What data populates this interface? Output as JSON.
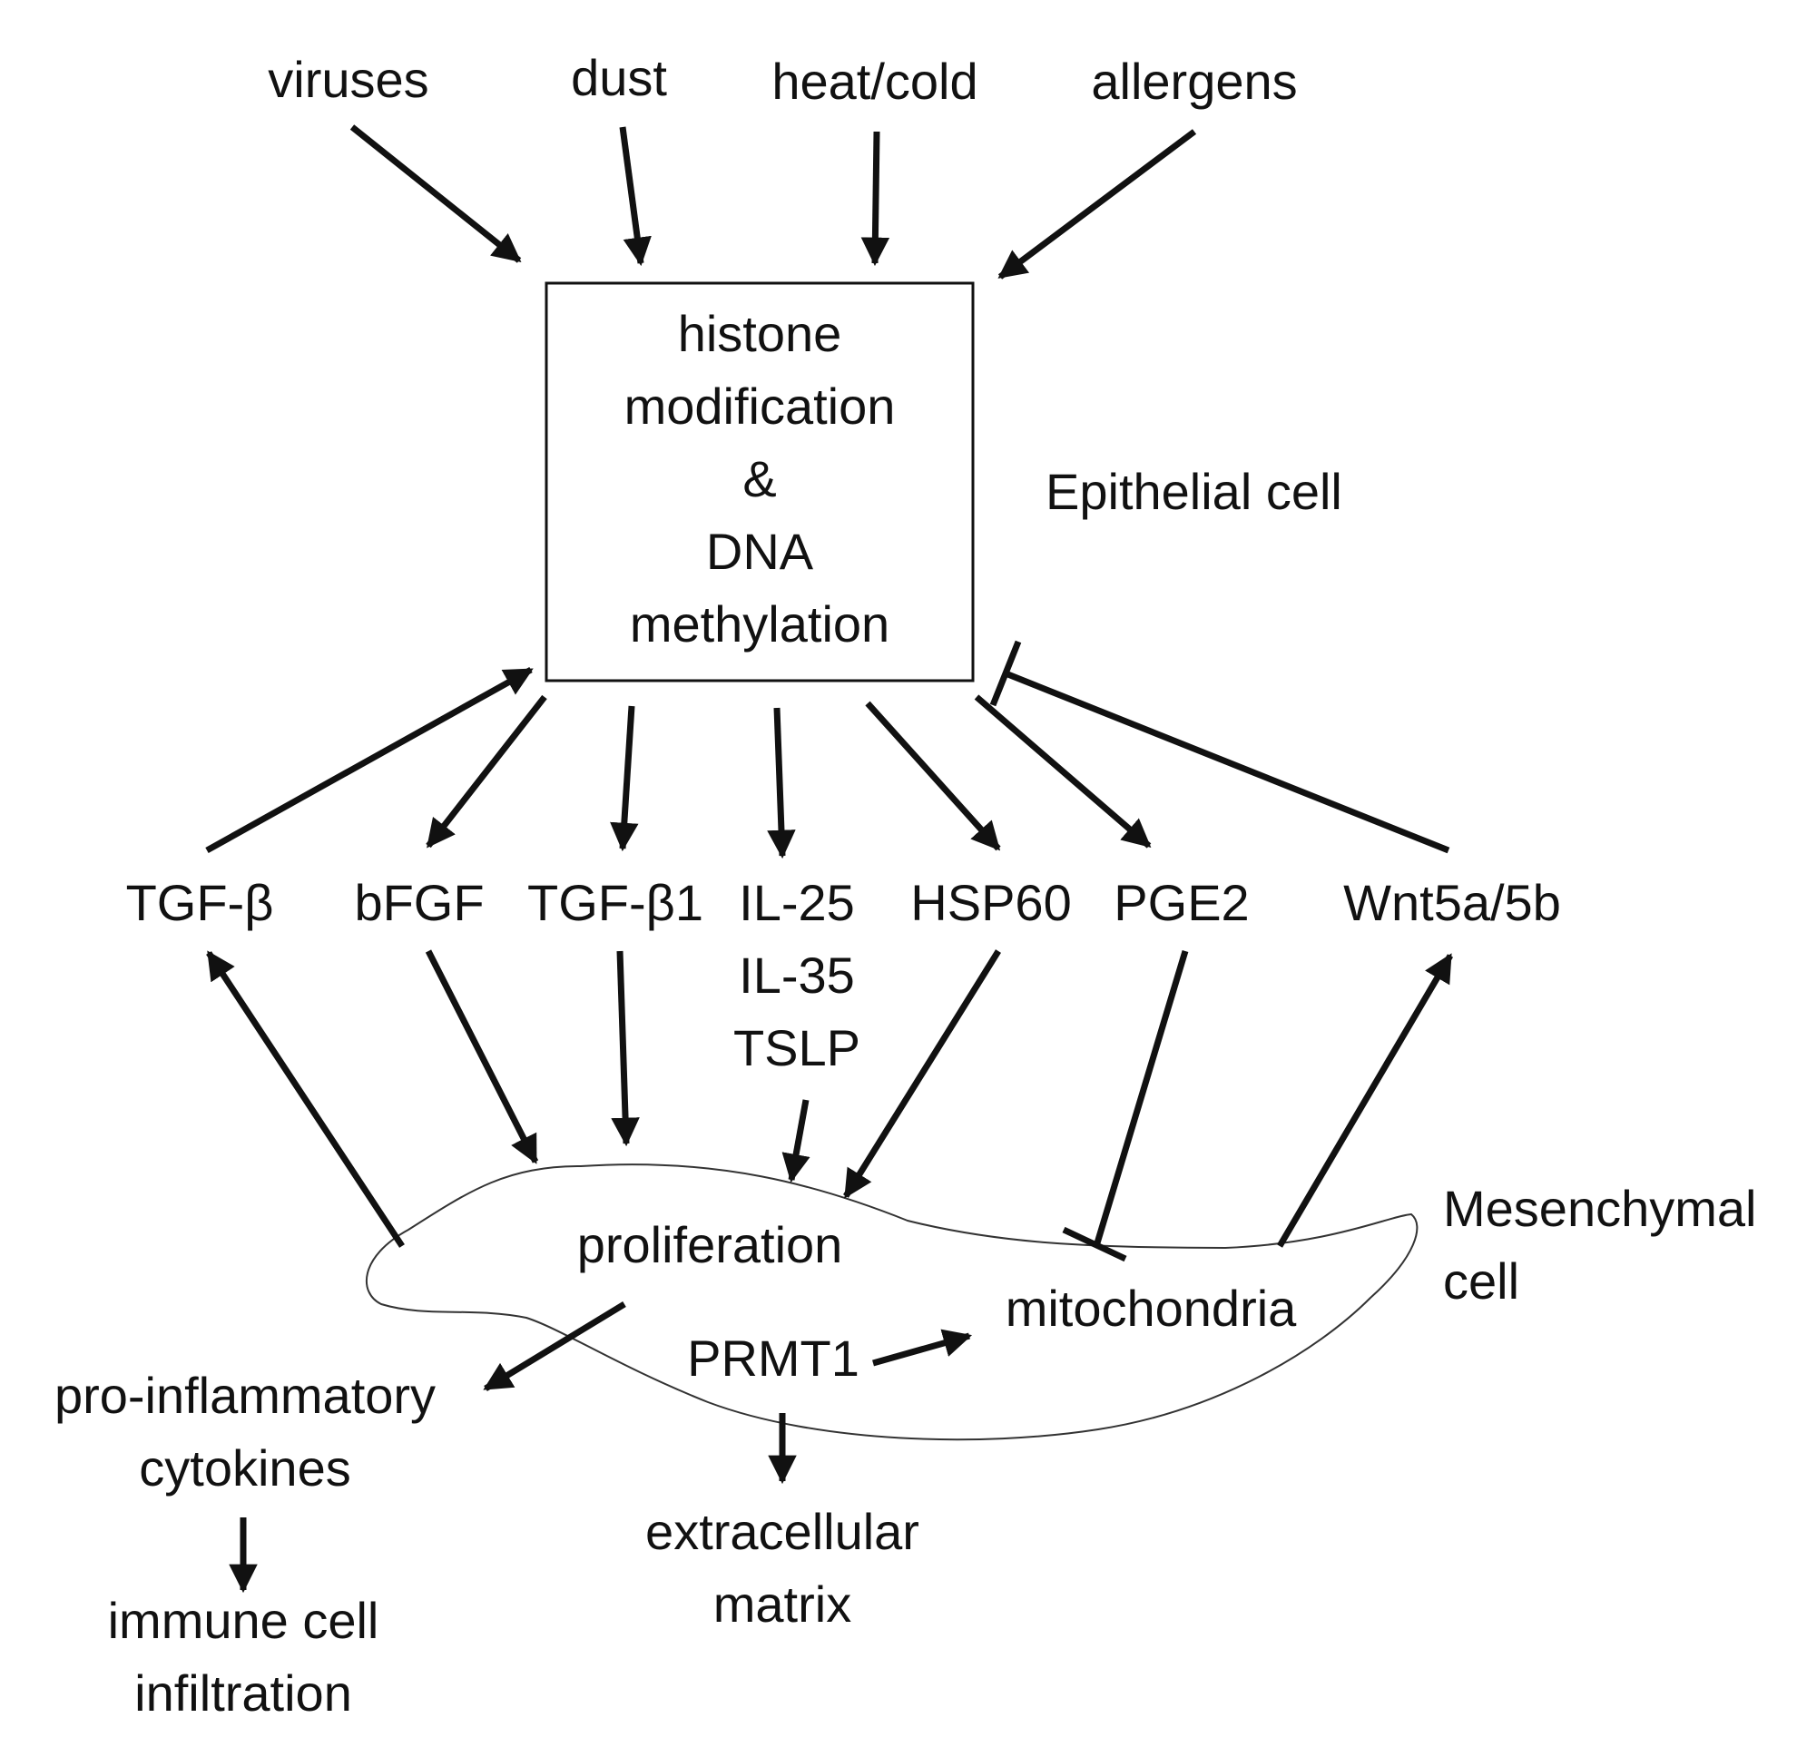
{
  "stimuli": {
    "viruses": "viruses",
    "dust": "dust",
    "heat_cold": "heat/cold",
    "allergens": "allergens"
  },
  "epigenetic_box": {
    "line1": "histone",
    "line2": "modification",
    "line3": "&",
    "line4": "DNA",
    "line5": "methylation"
  },
  "epithelial_cell_label": "Epithelial cell",
  "mediators": {
    "tgf_beta": "TGF-β",
    "bfgf": "bFGF",
    "tgf_beta1": "TGF-β1",
    "il25": "IL-25",
    "il35": "IL-35",
    "tslp": "TSLP",
    "hsp60": "HSP60",
    "pge2": "PGE2",
    "wnt5a5b": "Wnt5a/5b"
  },
  "mesenchymal_cell": {
    "label_line1": "Mesenchymal",
    "label_line2": "cell",
    "proliferation": "proliferation",
    "mitochondria": "mitochondria",
    "prmt1": "PRMT1"
  },
  "outcomes": {
    "cytokines_line1": "pro-inflammatory",
    "cytokines_line2": "cytokines",
    "immune_line1": "immune cell",
    "immune_line2": "infiltration",
    "ecm_line1": "extracellular",
    "ecm_line2": "matrix"
  },
  "colors": {
    "ink": "#111111",
    "background": "#ffffff"
  }
}
